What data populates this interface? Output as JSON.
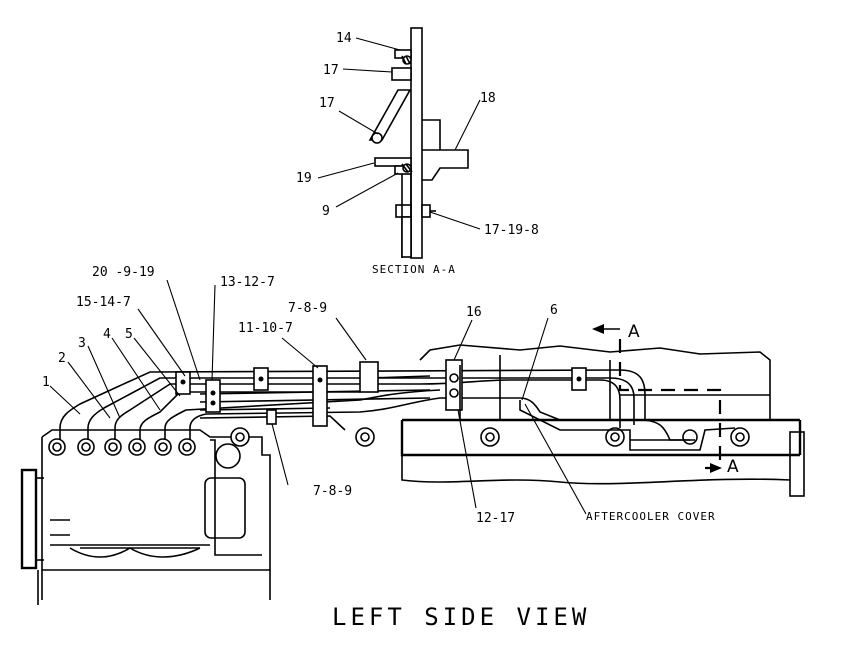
{
  "section_view": {
    "caption": "SECTION A-A",
    "labels": {
      "l14": "14",
      "l17a": "17",
      "l17b": "17",
      "l18": "18",
      "l19": "19",
      "l9": "9",
      "l17_19_8": "17-19-8"
    }
  },
  "side_view": {
    "title": "LEFT SIDE VIEW",
    "labels": {
      "l1": "1",
      "l2": "2",
      "l3": "3",
      "l4": "4",
      "l5": "5",
      "l15_14_7": "15-14-7",
      "l20_9_19": "20 -9-19",
      "l13_12_7": "13-12-7",
      "l11_10_7": "11-10-7",
      "l7_8_9_top": "7-8-9",
      "l16": "16",
      "l6": "6",
      "l7_8_9_bottom": "7-8-9",
      "l12_17": "12-17",
      "aftercooler": "AFTERCOOLER COVER",
      "section_mark_top": "A",
      "section_mark_bottom": "A"
    }
  }
}
